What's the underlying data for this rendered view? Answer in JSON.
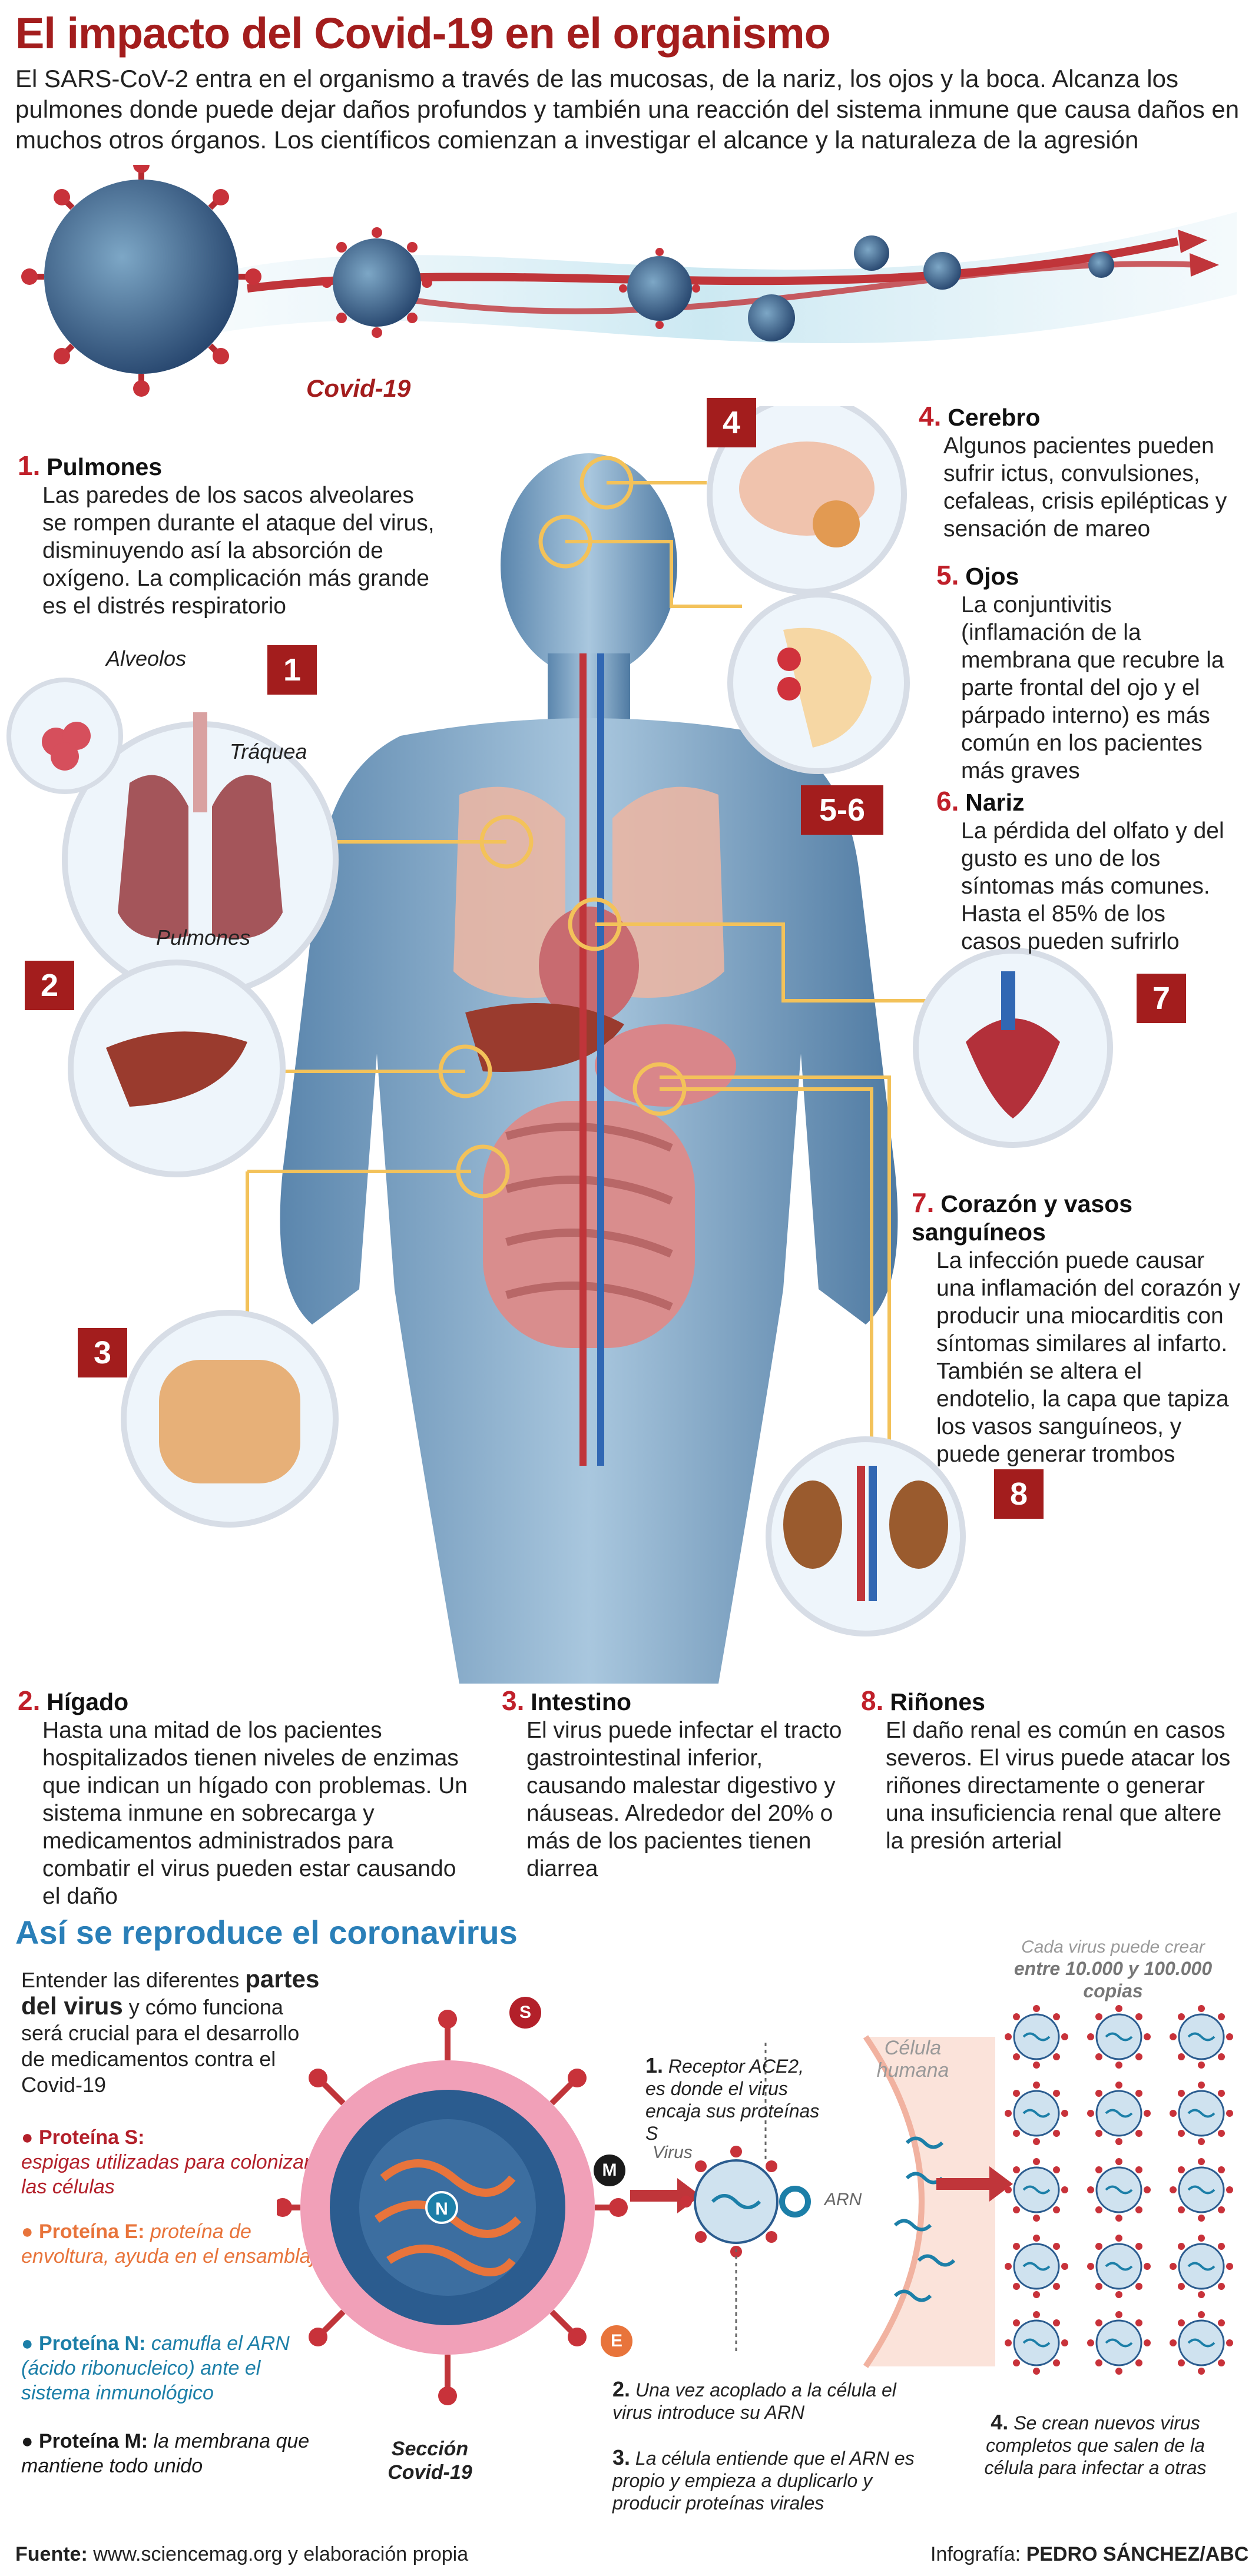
{
  "header": {
    "title": "El impacto del Covid-19 en el organismo",
    "intro": "El SARS-CoV-2 entra en el organismo a través de las mucosas, de la nariz, los ojos y la boca. Alcanza los pulmones donde puede dejar daños profundos y también una reacción del sistema inmune que causa daños en muchos otros órganos. Los científicos comienzan a investigar el alcance y la naturaleza de la agresión",
    "covid_label": "Covid-19"
  },
  "organs": {
    "pulmones": {
      "num": "1.",
      "head": "Pulmones",
      "text": "Las paredes de los sacos alveolares se rompen durante el ataque del virus, disminuyendo así la absorción de oxígeno. La complicación más grande es el distrés respiratorio",
      "badge": "1"
    },
    "higado": {
      "num": "2.",
      "head": "Hígado",
      "text": "Hasta una mitad de los pacientes hospitalizados tienen niveles de enzimas que indican un hígado con problemas. Un sistema inmune en sobrecarga y medicamentos administrados para combatir el virus pueden estar causando el daño",
      "badge": "2"
    },
    "intestino": {
      "num": "3.",
      "head": "Intestino",
      "text": "El virus puede infectar el tracto gastrointestinal inferior, causando malestar digestivo y náuseas. Alrededor del 20% o más de los pacientes tienen diarrea",
      "badge": "3"
    },
    "cerebro": {
      "num": "4.",
      "head": "Cerebro",
      "text": "Algunos pacientes pueden sufrir ictus, convulsiones, cefaleas, crisis epilépticas y sensación de mareo",
      "badge": "4"
    },
    "ojos": {
      "num": "5.",
      "head": "Ojos",
      "text": "La conjuntivitis (inflamación de la membrana que recubre la parte frontal del ojo y el párpado interno) es más común en los pacientes más graves",
      "badge": "5-6"
    },
    "nariz": {
      "num": "6.",
      "head": "Nariz",
      "text": "La pérdida del olfato y del gusto es uno de los síntomas más comunes. Hasta el 85% de los casos pueden sufrirlo"
    },
    "corazon": {
      "num": "7.",
      "head": "Corazón y vasos sanguíneos",
      "text": "La infección puede causar una inflamación del corazón y producir una miocarditis con síntomas similares al infarto. También se altera el endotelio, la capa que tapiza los vasos sanguíneos, y puede generar trombos",
      "badge": "7"
    },
    "rinones": {
      "num": "8.",
      "head": "Riñones",
      "text": "El daño renal es común en casos severos. El virus puede atacar los riñones directamente o generar una insuficiencia renal que altere la presión arterial",
      "badge": "8"
    }
  },
  "lung_labels": {
    "alveolos": "Alveolos",
    "traquea": "Tráquea",
    "pulmones": "Pulmones"
  },
  "reproduction": {
    "title": "Así se reproduce el coronavirus",
    "lead_pre": "Entender las diferentes ",
    "lead_bold": "partes del virus",
    "lead_post": " y cómo funciona será crucial para el desarrollo de medicamentos contra el Covid-19",
    "proteins": [
      {
        "name": "Proteína S:",
        "desc": "espigas utilizadas para colonizar a las células",
        "color": "#b3202a",
        "letter": "S"
      },
      {
        "name": "Proteína E:",
        "desc": "proteína de envoltura, ayuda en el ensamblaje",
        "color": "#e8743b",
        "letter": "E"
      },
      {
        "name": "Proteína N:",
        "desc": "camufla el ARN (ácido ribonucleico) ante el sistema inmunológico",
        "color": "#1c7fa8",
        "letter": "N"
      },
      {
        "name": "Proteína M:",
        "desc": "la membrana que mantiene todo unido",
        "color": "#1a1a1a",
        "letter": "M"
      }
    ],
    "section_label": "Sección Covid-19",
    "virus_label": "Virus",
    "cell_label": "Célula humana",
    "arn_label": "ARN",
    "copies_pre": "Cada virus puede crear",
    "copies_bold": "entre 10.000 y 100.000 copias",
    "steps": [
      {
        "n": "1.",
        "t": "Receptor ACE2, es donde el virus encaja sus proteínas S"
      },
      {
        "n": "2.",
        "t": "Una vez acoplado a la célula el virus introduce su ARN"
      },
      {
        "n": "3.",
        "t": "La célula entiende que el ARN es propio y empieza a duplicarlo y producir proteínas virales"
      },
      {
        "n": "4.",
        "t": "Se crean nuevos virus completos que salen de la célula para infectar a otras"
      }
    ]
  },
  "footer": {
    "source_label": "Fuente:",
    "source": "www.sciencemag.org y elaboración propia",
    "credit_label": "Infografía:",
    "credit": "PEDRO SÁNCHEZ/ABC"
  },
  "colors": {
    "accent_red": "#a31d1d",
    "blue_title": "#2a7fb8",
    "connector": "#f3c25a"
  }
}
